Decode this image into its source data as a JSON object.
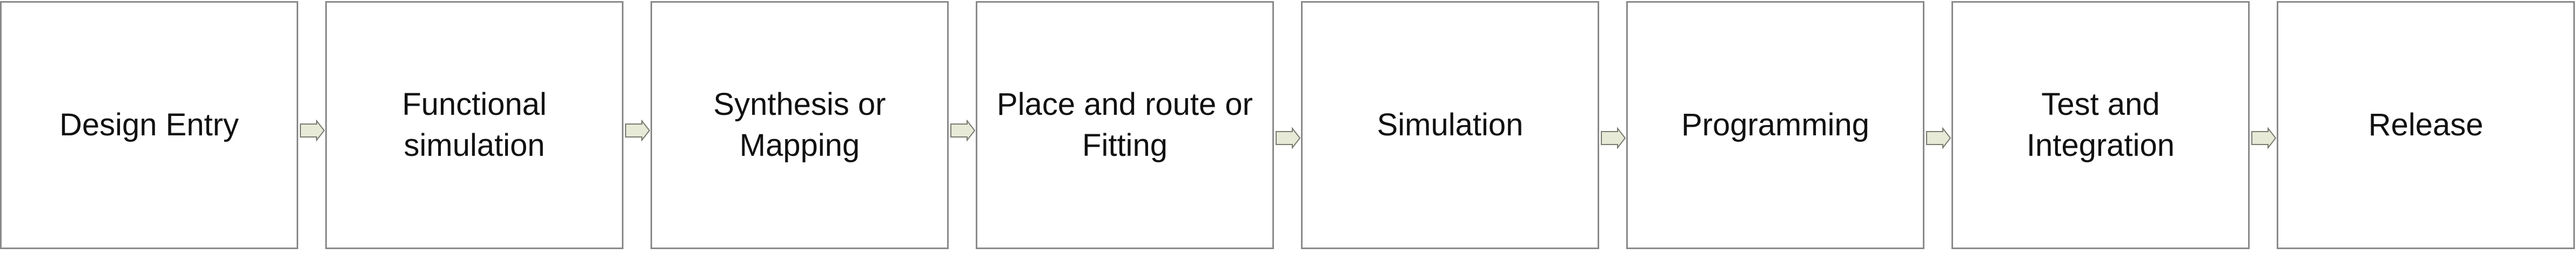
{
  "steps": [
    {
      "label": "Design Entry"
    },
    {
      "label": "Functional\nsimulation"
    },
    {
      "label": "Synthesis or\nMapping"
    },
    {
      "label": "Place and route or\nFitting"
    },
    {
      "label": "Simulation"
    },
    {
      "label": "Programming"
    },
    {
      "label": "Test and\nIntegration"
    },
    {
      "label": "Release"
    }
  ],
  "colors": {
    "box_border": "#8a8a8a",
    "arrow_fill": "#e8ead8",
    "arrow_stroke": "#7a7a70"
  }
}
